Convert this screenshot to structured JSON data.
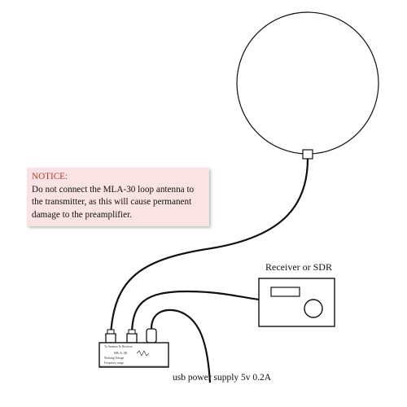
{
  "notice": {
    "title": "NOTICE:",
    "body": "Do not connect the MLA-30 loop antenna to the transmitter, as this will cause permanent damage to the preamplifier."
  },
  "labels": {
    "receiver": "Receiver or SDR",
    "usb": "usb power supply 5v 0.2A"
  },
  "device": {
    "model": "MLA-30",
    "line1": "To Antenna   To Receiver",
    "line2": "Working Voltage",
    "line3": "Frequency range"
  },
  "colors": {
    "line": "#111111",
    "notice_background": "#fbe3e3",
    "notice_title": "#c0392b"
  }
}
